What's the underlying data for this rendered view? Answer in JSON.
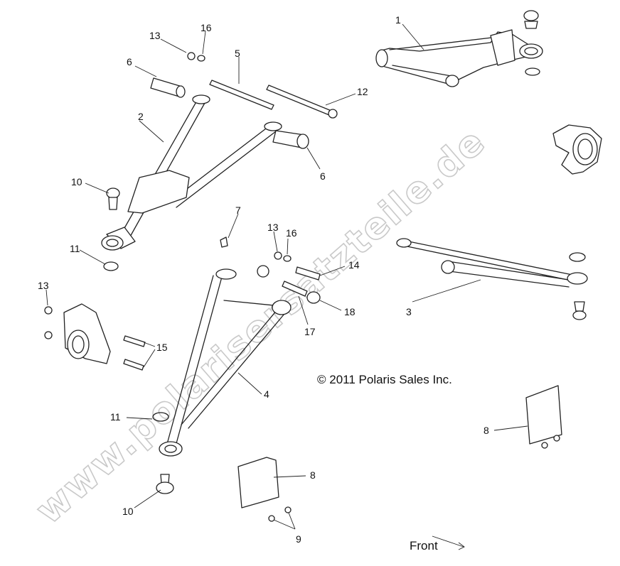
{
  "copyright": "© 2011 Polaris Sales Inc.",
  "front_label": "Front",
  "watermark": "www.polarisersatzteile.de",
  "callouts": [
    "1",
    "2",
    "3",
    "4",
    "5",
    "6",
    "6",
    "7",
    "8",
    "8",
    "9",
    "10",
    "10",
    "11",
    "11",
    "12",
    "13",
    "13",
    "13",
    "14",
    "15",
    "16",
    "16",
    "17",
    "18"
  ]
}
